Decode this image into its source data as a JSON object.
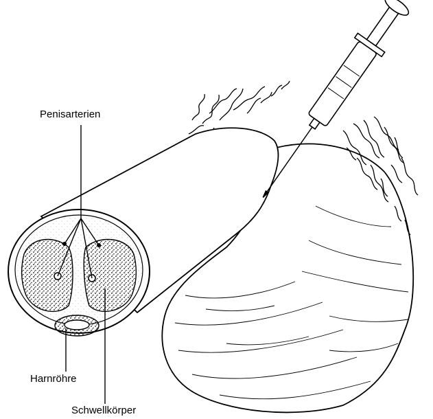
{
  "labels": {
    "penile_arteries": "Penisarterien",
    "urethra": "Harnröhre",
    "corpora_cavernosa": "Schwellkörper"
  },
  "colors": {
    "line": "#000000",
    "background": "#ffffff",
    "stipple": "#222222"
  }
}
